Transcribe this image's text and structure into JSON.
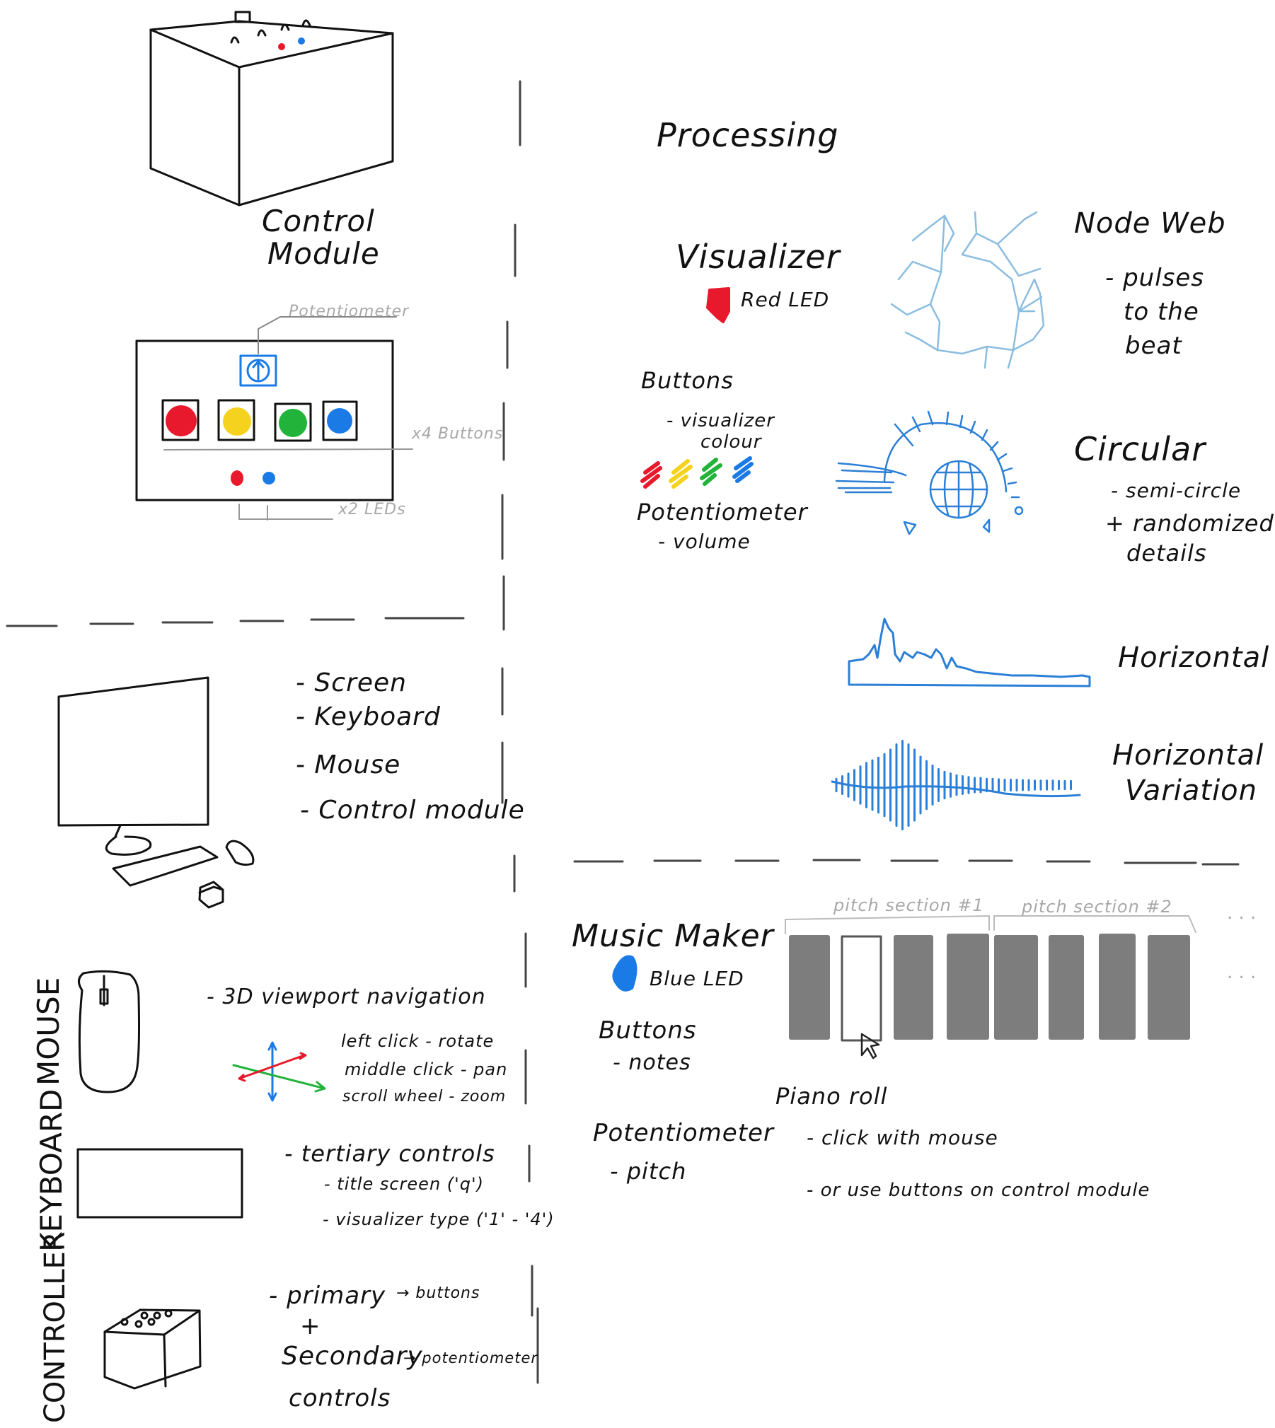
{
  "control_module": {
    "title_line1": "Control",
    "title_line2": "Module",
    "potentiometer_label": "Potentiometer",
    "buttons_label": "x4 Buttons",
    "leds_label": "x2 LEDs"
  },
  "setup": {
    "items": [
      "- Screen",
      "- Keyboard",
      "- Mouse",
      "- Control module"
    ]
  },
  "mouse": {
    "heading": "MOUSE",
    "line1": "- 3D viewport navigation",
    "actions": [
      "left click  -  rotate",
      "middle click  -  pan",
      "scroll wheel  -  zoom"
    ]
  },
  "keyboard": {
    "heading": "KEYBOARD",
    "line1": "- tertiary controls",
    "sub1": "- title screen  ('q')",
    "sub2": "- visualizer type  ('1' - '4')"
  },
  "controller": {
    "heading": "CONTROLLER",
    "primary": "- primary",
    "primary_arrow": "→ buttons",
    "plus": "+",
    "secondary": "Secondary",
    "secondary_arrow": "→ potentiometer",
    "controls": "controls"
  },
  "processing": {
    "title": "Processing",
    "visualizer": "Visualizer",
    "red_led": "Red LED",
    "buttons": "Buttons",
    "buttons_desc_1": "- visualizer",
    "buttons_desc_2": "colour",
    "potentiometer": "Potentiometer",
    "potentiometer_desc": "- volume"
  },
  "visualizers": {
    "node_web": "Node Web",
    "node_web_desc": [
      "- pulses",
      "to the",
      "beat"
    ],
    "circular": "Circular",
    "circular_desc": [
      "- semi-circle",
      "+ randomized",
      "details"
    ],
    "horizontal": "Horizontal",
    "horizontal_variation_1": "Horizontal",
    "horizontal_variation_2": "Variation"
  },
  "music_maker": {
    "title": "Music Maker",
    "blue_led": "Blue LED",
    "buttons": "Buttons",
    "buttons_desc": "- notes",
    "potentiometer": "Potentiometer",
    "potentiometer_desc": "- pitch",
    "pitch_section_1": "pitch section #1",
    "pitch_section_2": "pitch section #2",
    "ellipsis": ". . .",
    "piano_roll": "Piano roll",
    "piano_desc_1": "- click  with  mouse",
    "piano_desc_2": "- or   use   buttons   on   control  module"
  },
  "colors": {
    "red": "#e8192c",
    "yellow": "#f5d21d",
    "green": "#22b33a",
    "blue": "#1a7ae6",
    "sketch_blue": "#2b7fd6",
    "light_blue": "#8bbde0",
    "key_grey": "#7d7d7d"
  }
}
